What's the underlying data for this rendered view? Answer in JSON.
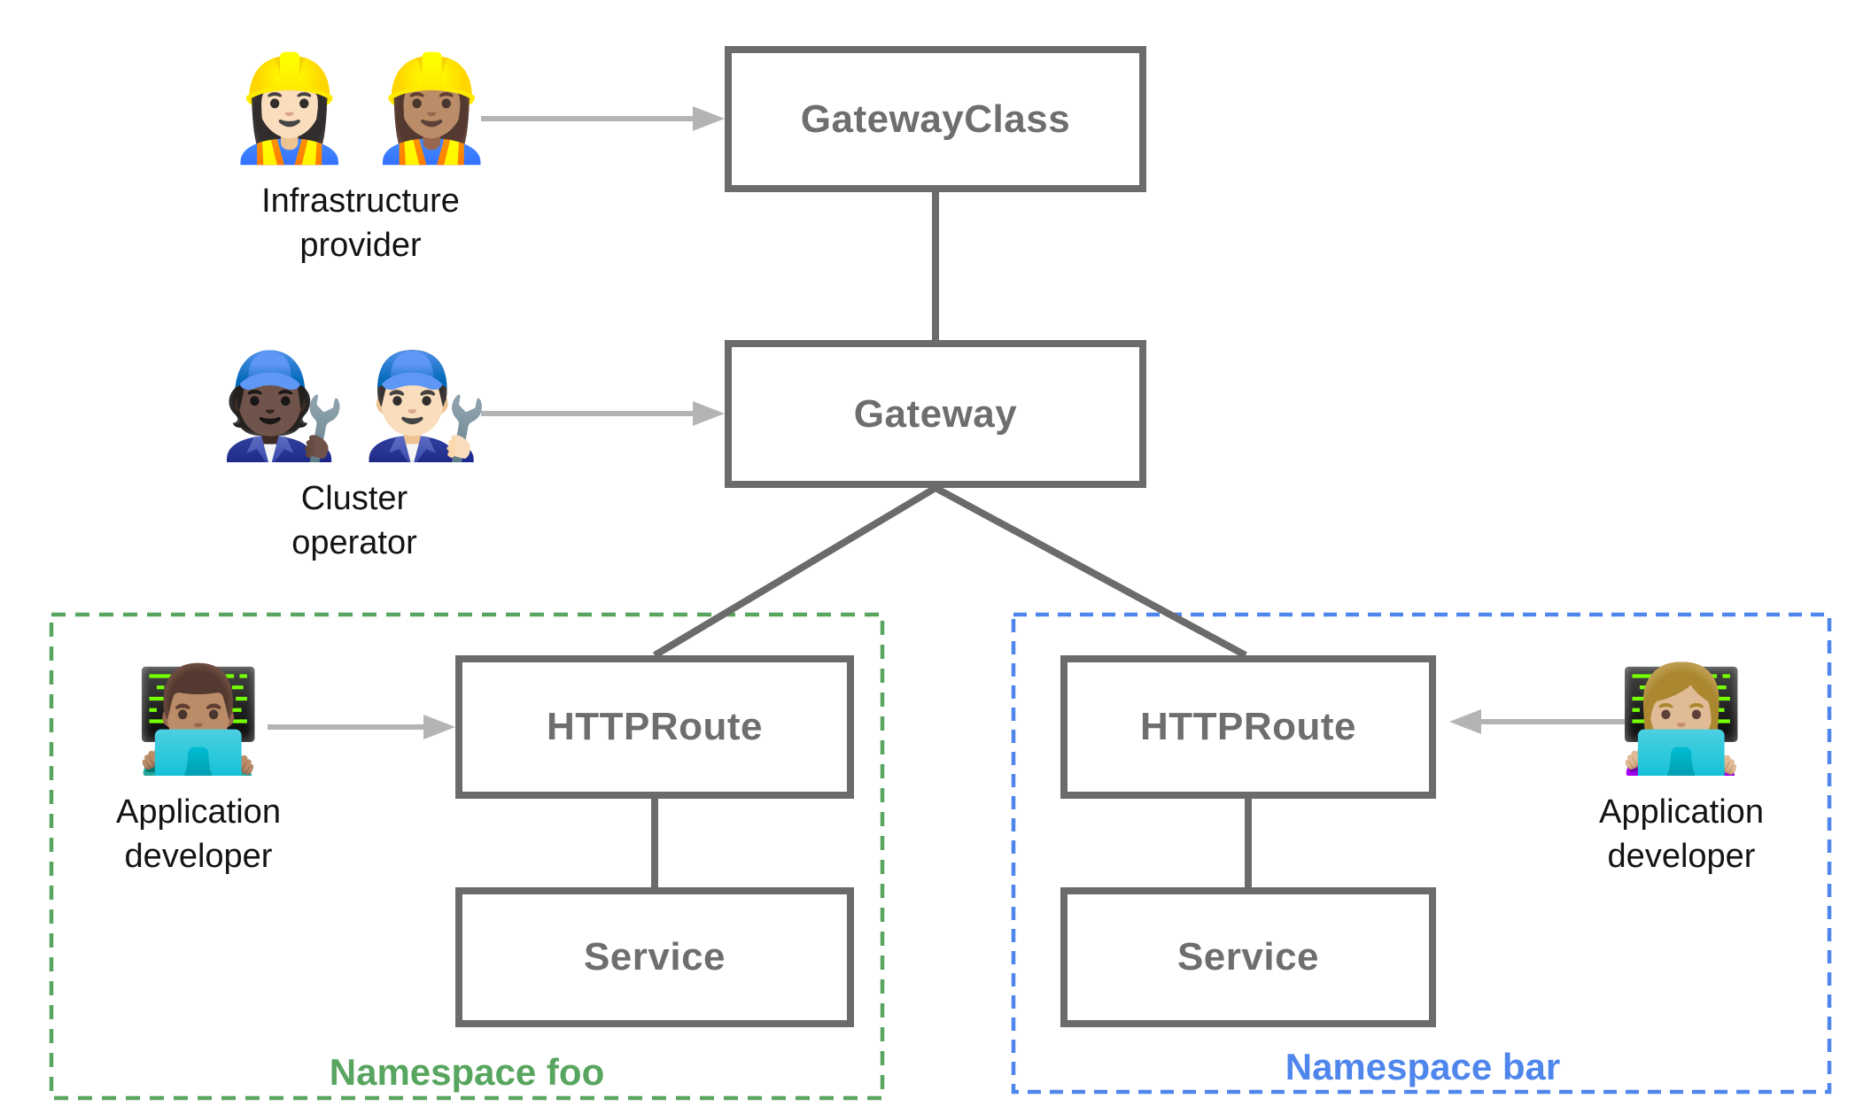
{
  "diagram": {
    "nodes": [
      {
        "id": "gatewayclass",
        "label": "GatewayClass"
      },
      {
        "id": "gateway",
        "label": "Gateway"
      },
      {
        "id": "httproute_foo",
        "label": "HTTPRoute"
      },
      {
        "id": "service_foo",
        "label": "Service"
      },
      {
        "id": "httproute_bar",
        "label": "HTTPRoute"
      },
      {
        "id": "service_bar",
        "label": "Service"
      }
    ],
    "personas": [
      {
        "id": "infrastructure_provider",
        "emojis": [
          "👷🏻‍♀️",
          "👷🏽‍♀️"
        ],
        "label_lines": [
          "Infrastructure",
          "provider"
        ]
      },
      {
        "id": "cluster_operator",
        "emojis": [
          "🧑🏿‍🔧",
          "👨🏻‍🔧"
        ],
        "label_lines": [
          "Cluster",
          "operator"
        ]
      },
      {
        "id": "application_developer_foo",
        "emojis": [
          "👨🏽‍💻"
        ],
        "label_lines": [
          "Application",
          "developer"
        ]
      },
      {
        "id": "application_developer_bar",
        "emojis": [
          "👩🏼‍💻"
        ],
        "label_lines": [
          "Application",
          "developer"
        ]
      }
    ],
    "namespaces": [
      {
        "id": "foo",
        "label": "Namespace foo",
        "color": "#57a55e"
      },
      {
        "id": "bar",
        "label": "Namespace bar",
        "color": "#4f86ec"
      }
    ],
    "colors": {
      "node_border": "#6b6b6b",
      "node_text": "#6e6e6e",
      "connector": "#6b6b6b",
      "arrow": "#b4b4b4",
      "persona_text": "#131313",
      "namespace_foo": "#57a55e",
      "namespace_bar": "#4f86ec",
      "background": "#ffffff"
    }
  }
}
